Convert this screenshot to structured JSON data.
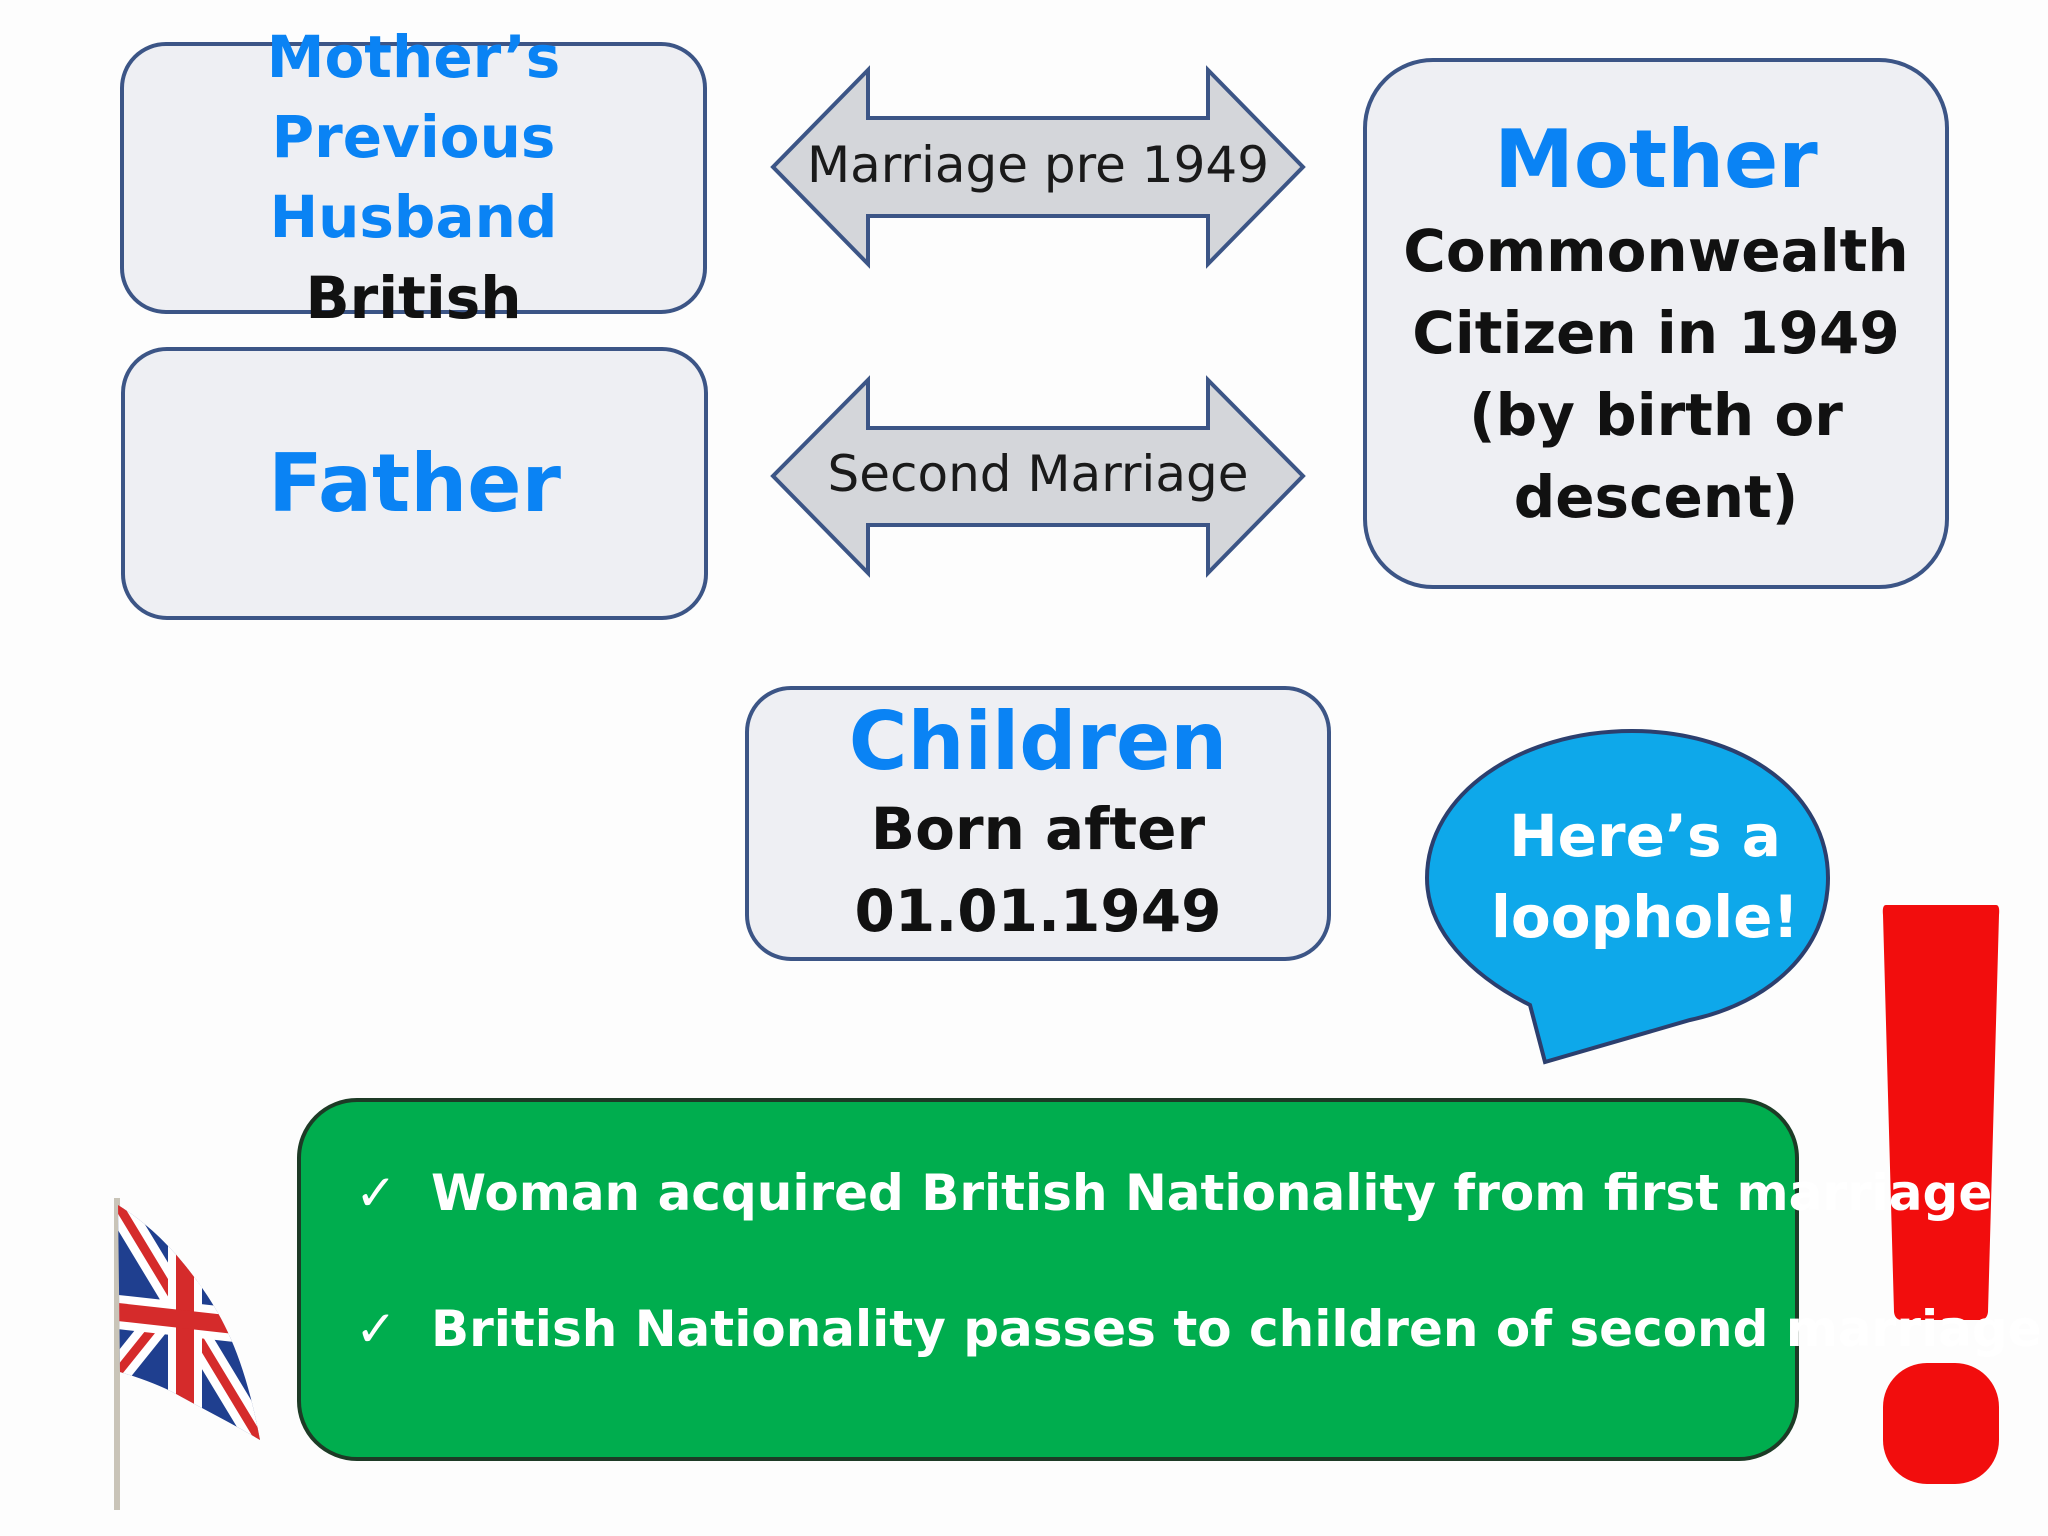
{
  "boxes": {
    "previous_husband": {
      "title_line1": "Mother’s Previous",
      "title_line2": "Husband",
      "subtitle": "British"
    },
    "father": {
      "title": "Father"
    },
    "mother": {
      "title": "Mother",
      "line1": "Commonwealth",
      "line2": "Citizen in 1949",
      "line3": "(by birth or",
      "line4": "descent)"
    },
    "children": {
      "title": "Children",
      "line1": "Born after",
      "line2": "01.01.1949"
    }
  },
  "arrows": {
    "top": {
      "label": "Marriage pre 1949"
    },
    "bottom": {
      "label": "Second Marriage"
    }
  },
  "callout": {
    "line1": "Here’s a",
    "line2": "loophole!"
  },
  "summary": {
    "check_symbol": "✓",
    "items": [
      "Woman acquired British Nationality from first marriage",
      "British Nationality passes to children of second marriage"
    ]
  },
  "colors": {
    "heading_blue": "#0a83f4",
    "box_fill": "#eeeff3",
    "box_border": "#3c5586",
    "arrow_fill": "#d4d6da",
    "callout_fill": "#0ea8ea",
    "summary_green": "#00ad4e",
    "exclamation_red": "#f20d0d"
  },
  "icons": [
    "uk-flag-icon",
    "exclamation-mark-icon",
    "checkmark-icon"
  ]
}
